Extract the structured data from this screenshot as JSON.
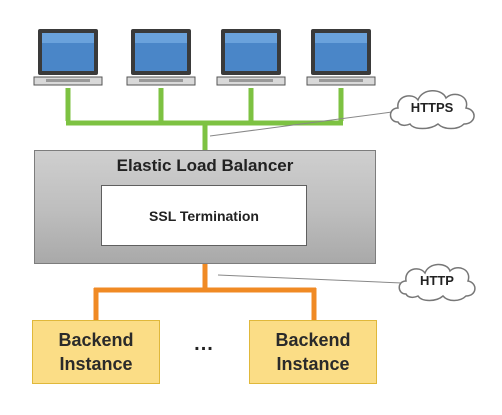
{
  "diagram": {
    "load_balancer": {
      "title": "Elastic Load Balancer",
      "inner_label": "SSL Termination"
    },
    "clients": [
      "laptop",
      "laptop",
      "laptop",
      "laptop"
    ],
    "client_protocol": "HTTPS",
    "backend_protocol": "HTTP",
    "backends": [
      {
        "label": "Backend Instance"
      },
      {
        "label": "Backend Instance"
      }
    ],
    "ellipsis": "...",
    "colors": {
      "client_links": "#7dc242",
      "backend_links": "#f08a24",
      "backend_fill": "#fbdd86",
      "balancer_fill": "#bdbdbd",
      "laptop_screen": "#4a86c8"
    }
  }
}
